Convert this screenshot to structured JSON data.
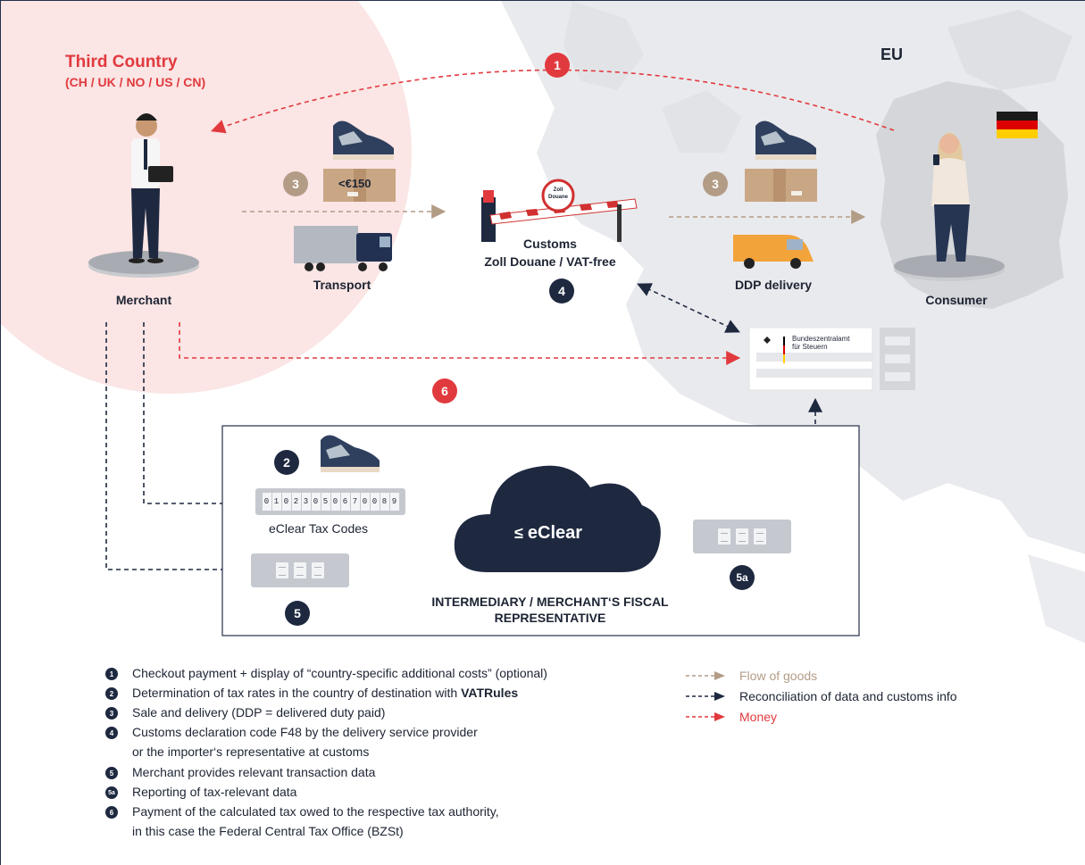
{
  "regions": {
    "third_country": "Third Country",
    "third_country_list": "(CH / UK / NO / US / CN)",
    "eu": "EU"
  },
  "actors": {
    "merchant": "Merchant",
    "transport": "Transport",
    "customs_title": "Customs",
    "customs_sub": "Zoll Douane / VAT-free",
    "ddp": "DDP delivery",
    "consumer": "Consumer"
  },
  "parcel_value": "<€150",
  "barrier_sign": [
    "Zoll",
    "Douane"
  ],
  "authority": [
    "Bundeszentralamt",
    "für Steuern"
  ],
  "tax_code_digits": [
    "0",
    "1",
    "0",
    "2",
    "3",
    "0",
    "5",
    "0",
    "6",
    "7",
    "0",
    "0",
    "8",
    "9"
  ],
  "tax_codes_label": "eClear Tax Codes",
  "eclear_brand": "eClear",
  "intermediary": [
    "INTERMEDIARY / MERCHANT‘S FISCAL",
    "REPRESENTATIVE"
  ],
  "steps": {
    "s1": "1",
    "s2": "2",
    "s3": "3",
    "s4": "4",
    "s5": "5",
    "s5a": "5a",
    "s6": "6"
  },
  "legend": [
    {
      "num": "1",
      "text": "Checkout payment + display of “country-specific additional costs” (optional)"
    },
    {
      "num": "2",
      "text": "Determination of tax rates in the country of destination with ",
      "bold": "VATRules"
    },
    {
      "num": "3",
      "text": "Sale and delivery (DDP = delivered duty paid)"
    },
    {
      "num": "4",
      "text": "Customs declaration code F48 by the delivery service provider"
    },
    {
      "num": "",
      "text": "or the importer‘s representative at customs"
    },
    {
      "num": "5",
      "text": "Merchant provides relevant transaction data"
    },
    {
      "num": "5a",
      "text": "Reporting of tax-relevant data"
    },
    {
      "num": "6",
      "text": "Payment of the calculated tax owed to the respective tax authority,"
    },
    {
      "num": "",
      "text": "in this case the Federal Central Tax Office (BZSt)"
    }
  ],
  "key": {
    "goods": "Flow of goods",
    "data": "Reconciliation of data and customs info",
    "money": "Money"
  },
  "colors": {
    "red": "#e13a3e",
    "navy": "#1e2940",
    "tan": "#b39c86",
    "map_grey": "#e6e7ea",
    "germany": "#d5d7db",
    "pink_zone": "#fbe6e6"
  }
}
